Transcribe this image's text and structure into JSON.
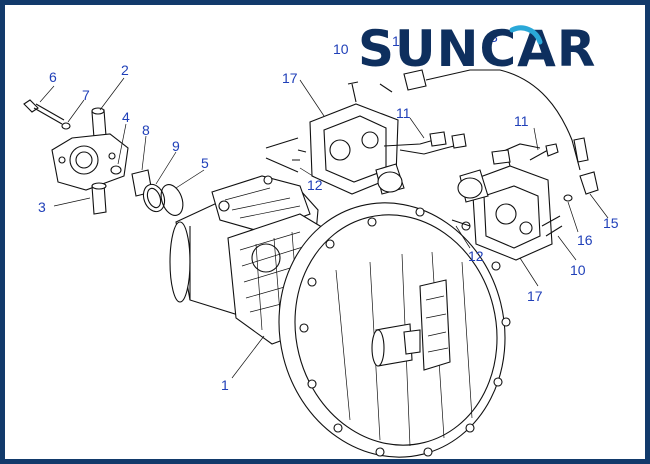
{
  "brand": {
    "logo_text": "SUNCAR",
    "watermark": "suncar",
    "border_color": "#123a6b",
    "logo_color": "#0e2f5e",
    "accent_color": "#2aa8d8",
    "callout_color": "#1f3fb8"
  },
  "callouts": [
    {
      "id": "c6",
      "text": "6"
    },
    {
      "id": "c7",
      "text": "7"
    },
    {
      "id": "c2",
      "text": "2"
    },
    {
      "id": "c4",
      "text": "4"
    },
    {
      "id": "c8",
      "text": "8"
    },
    {
      "id": "c9",
      "text": "9"
    },
    {
      "id": "c5",
      "text": "5"
    },
    {
      "id": "c3",
      "text": "3"
    },
    {
      "id": "c1",
      "text": "1"
    },
    {
      "id": "c10a",
      "text": "10"
    },
    {
      "id": "c1b",
      "text": "1"
    },
    {
      "id": "c13",
      "text": "3"
    },
    {
      "id": "c17a",
      "text": "17"
    },
    {
      "id": "c11a",
      "text": "11"
    },
    {
      "id": "c12a",
      "text": "12"
    },
    {
      "id": "c11b",
      "text": "11"
    },
    {
      "id": "c15",
      "text": "15"
    },
    {
      "id": "c16",
      "text": "16"
    },
    {
      "id": "c12b",
      "text": "12"
    },
    {
      "id": "c10b",
      "text": "10"
    },
    {
      "id": "c17b",
      "text": "17"
    }
  ]
}
